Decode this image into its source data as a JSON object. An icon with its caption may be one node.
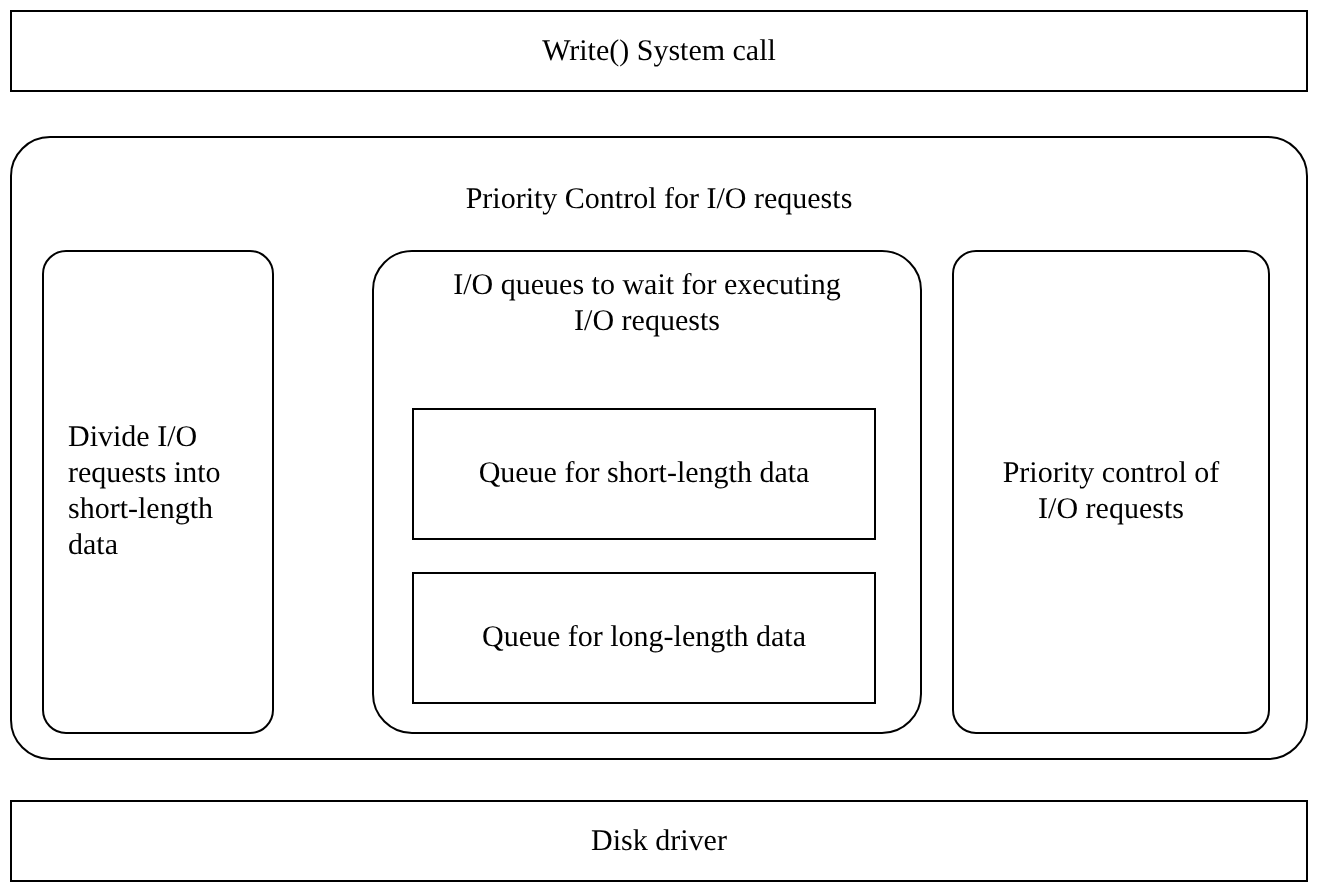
{
  "diagram": {
    "nodes": [
      {
        "text": [
          "Write() System call"
        ]
      },
      {
        "text": [
          "Priority Control for I/O requests"
        ]
      },
      {
        "text": [
          "Divide I/O requests into short-length data"
        ],
        "in": 1
      },
      {
        "text": [
          "I/O queues to wait for executing I/O requests"
        ],
        "in": 1
      },
      {
        "text": [
          "Queue for short-length data"
        ],
        "in": 3
      },
      {
        "text": [
          "Queue for long-length data"
        ],
        "in": 3
      },
      {
        "text": [
          "Priority control of I/O requests"
        ],
        "in": 1
      },
      {
        "text": [
          "Disk driver"
        ]
      }
    ]
  }
}
